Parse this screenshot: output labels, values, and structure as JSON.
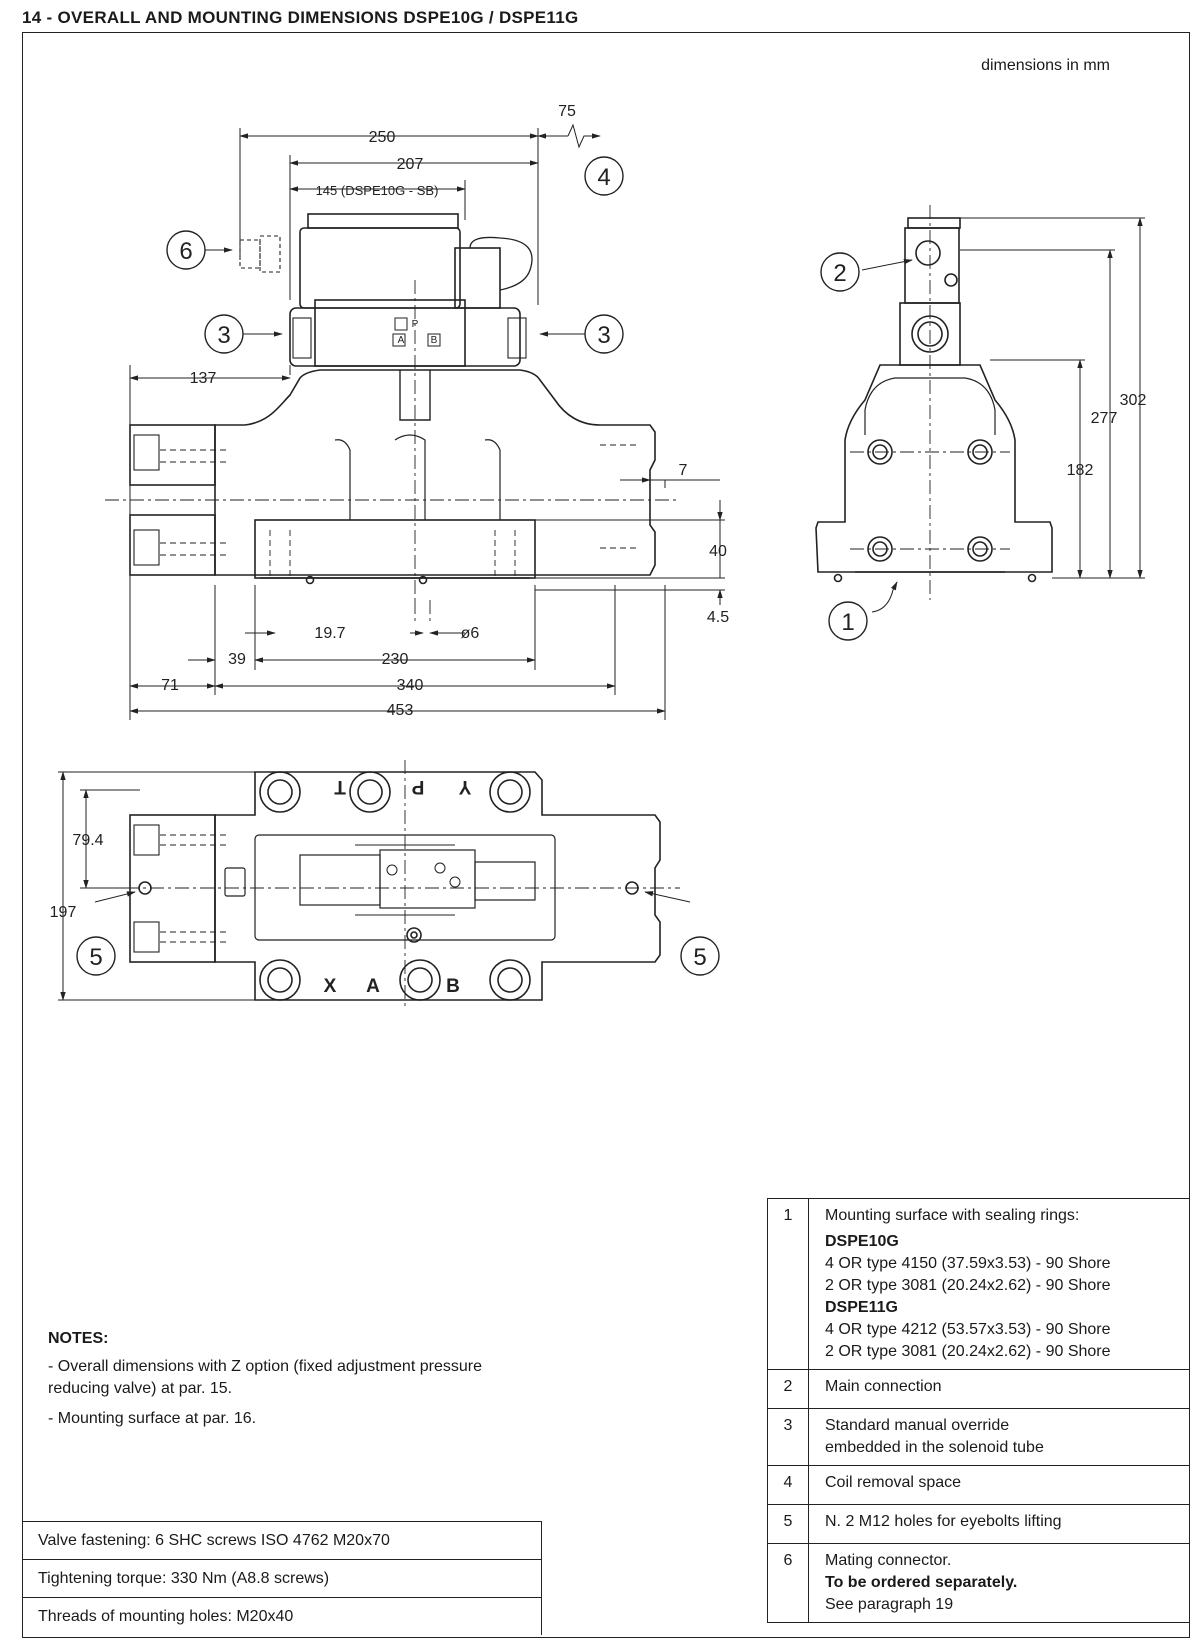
{
  "page": {
    "title": "14 - OVERALL AND MOUNTING DIMENSIONS  DSPE10G / DSPE11G",
    "units_note": "dimensions in mm"
  },
  "drawing": {
    "front_view_dims": {
      "d250": "250",
      "d207": "207",
      "d145": "145 (DSPE10G - SB)",
      "d75": "75",
      "d137": "137",
      "d7": "7",
      "d40": "40",
      "d4_5": "4.5",
      "d19_7": "19.7",
      "d6": "ø6",
      "d39": "39",
      "d230": "230",
      "d71": "71",
      "d340": "340",
      "d453": "453"
    },
    "side_view_dims": {
      "d302": "302",
      "d277": "277",
      "d182": "182"
    },
    "top_view_dims": {
      "d79_4": "79.4",
      "d197": "197"
    },
    "port_labels": {
      "T": "T",
      "P": "P",
      "Y": "Y",
      "X": "X",
      "A": "A",
      "B": "B"
    },
    "body_marks": {
      "A": "A",
      "B": "B",
      "P": "P"
    },
    "callouts": [
      "1",
      "2",
      "3",
      "4",
      "5",
      "6"
    ]
  },
  "notes": {
    "title": "NOTES:",
    "items": [
      "- Overall dimensions with Z option (fixed adjustment pressure reducing valve) at par. 15.",
      "- Mounting surface at par. 16."
    ]
  },
  "specs": [
    "Valve fastening: 6 SHC screws ISO 4762 M20x70",
    "Tightening torque: 330 Nm (A8.8 screws)",
    "Threads of mounting holes: M20x40"
  ],
  "legend": [
    {
      "num": "1",
      "text": "Mounting surface with sealing rings:",
      "sub1": "DSPE10G",
      "sub1_lines": [
        "4 OR type 4150 (37.59x3.53) - 90 Shore",
        "2 OR type 3081 (20.24x2.62) - 90 Shore"
      ],
      "sub2": "DSPE11G",
      "sub2_lines": [
        "4 OR type 4212 (53.57x3.53) - 90 Shore",
        "2 OR type 3081 (20.24x2.62) - 90 Shore"
      ]
    },
    {
      "num": "2",
      "text": "Main connection"
    },
    {
      "num": "3",
      "text": "Standard manual override",
      "text2": "embedded in the solenoid tube"
    },
    {
      "num": "4",
      "text": "Coil removal space"
    },
    {
      "num": "5",
      "text": "N. 2 M12 holes for eyebolts lifting"
    },
    {
      "num": "6",
      "text": "Mating connector.",
      "bold": "To be ordered separately.",
      "text3": "See paragraph 19"
    }
  ]
}
